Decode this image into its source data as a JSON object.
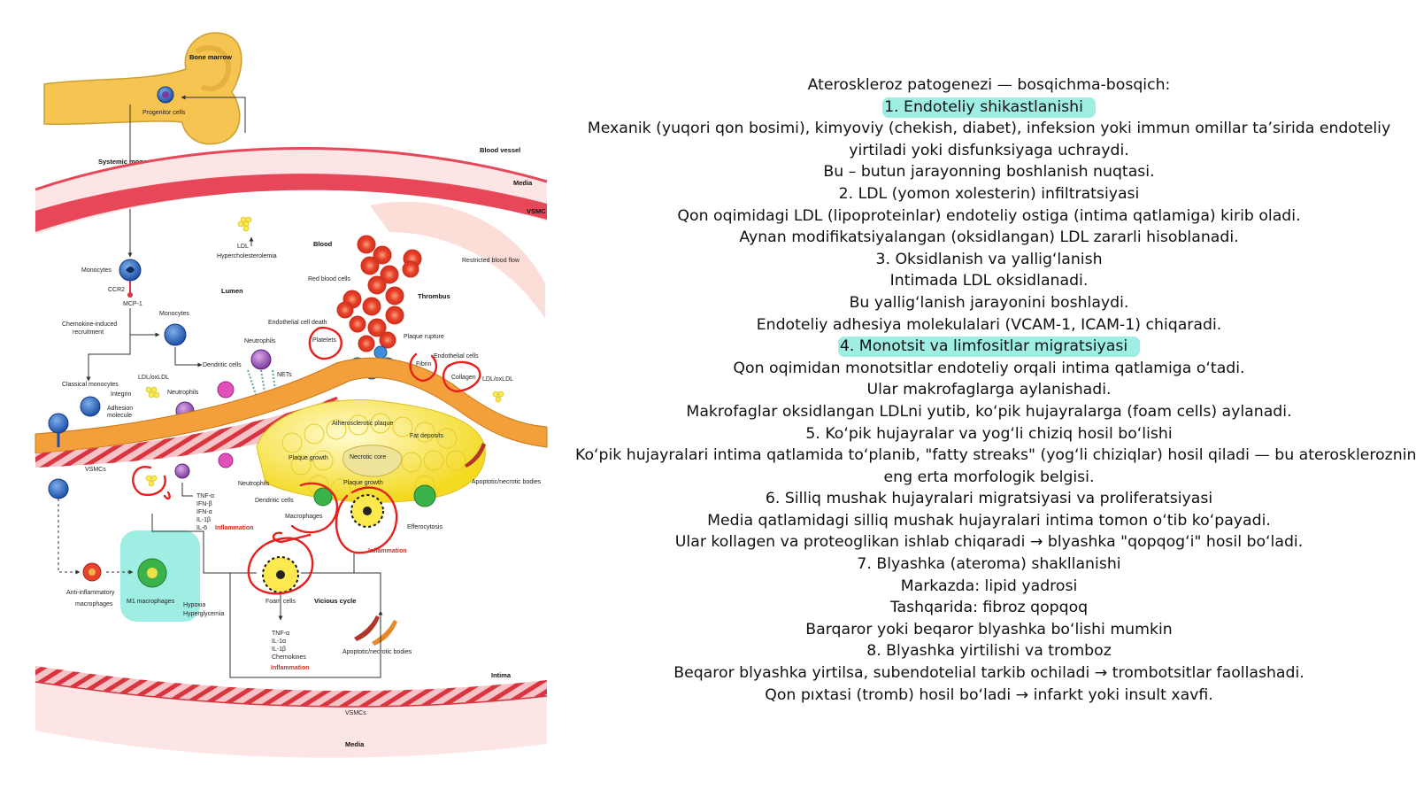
{
  "diagram": {
    "labels": {
      "bone_marrow": "Bone marrow",
      "progenitor_cells": "Progenitor cells",
      "systemic_monocytosis": "Systemic monocytosis",
      "blood_vessel": "Blood vessel",
      "media_top": "Media",
      "vsmc_top": "VSMC",
      "ldl": "LDL",
      "hypercholesterolemia": "Hypercholesterolemia",
      "blood": "Blood",
      "red_blood_cells": "Red blood cells",
      "restricted_blood_flow": "Restricted blood flow",
      "thrombus": "Thrombus",
      "monocytes_1": "Monocytes",
      "ccr2": "CCR2",
      "mcp1": "MCP-1",
      "lumen": "Lumen",
      "chemokine_recruitment_1": "Chemokine-induced",
      "chemokine_recruitment_2": "recruitment",
      "monocytes_2": "Monocytes",
      "endothelial_cell_death": "Endothelial cell death",
      "platelets": "Platelets",
      "plaque_rupture": "Plaque rupture",
      "neutrophils_1": "Neutrophils",
      "fibrin": "Fibrin",
      "endothelial_cells": "Endothelial cells",
      "dendritic_cells_1": "Dendritic cells",
      "nets": "NETs",
      "collagen": "Collagen",
      "oxldl_right": "LDL/oxLDL",
      "classical_monocytes": "Classical monocytes",
      "ldl_oxldl": "LDL/oxLDL",
      "neutrophils_2": "Neutrophils",
      "integrin": "Integrin",
      "adhesion_molecule_1": "Adhesion",
      "adhesion_molecule_2": "molecule",
      "atherosclerotic_plaque": "Atherosclerotic plaque",
      "fat_deposits": "Fat deposits",
      "vsmcs_mid": "VSMCs",
      "plaque_growth_1": "Plaque growth",
      "necrotic_core": "Necrotic core",
      "apoptotic_bodies_1": "Apoptotic/necrotic bodies",
      "neutrophils_3": "Neutrophils",
      "plaque_growth_2": "Plaque growth",
      "dendritic_cells_2": "Dendritic cells",
      "macrophages": "Macrophages",
      "efferocytosis": "Efferocytosis",
      "cytokines_left": [
        "TNF-α",
        "IFN-β",
        "IFN-α",
        "IL-1β",
        "IL-6"
      ],
      "inflammation_1": "Inflammation",
      "inflammation_2": "Inflammation",
      "anti_inflammatory_1": "Anti-inflammatory",
      "anti_inflammatory_2": "macrophages",
      "m1_macrophages": "M1 macrophages",
      "hypoxia": "Hypoxia",
      "hyperglycemia": "Hyperglycemia",
      "foam_cells": "Foam cells",
      "vicious_cycle": "Vicious cycle",
      "cytokines_bottom": [
        "TNF-α",
        "IL-1α",
        "IL-1β",
        "Chemokines"
      ],
      "inflammation_3": "Inflammation",
      "apoptotic_bodies_2": "Apoptotic/necrotic bodies",
      "intima": "Intima",
      "vsmcs_bottom": "VSMCs",
      "media_bottom": "Media"
    }
  },
  "notes": {
    "lines": [
      {
        "text": "Ateroskleroz patogenezi — bosqichma-bosqich:"
      },
      {
        "text": "1. Endoteliy shikastlanishi",
        "highlight": true
      },
      {
        "text": "Mexanik (yuqori qon bosimi), kimyoviy (chekish, diabet), infeksion yoki immun omillar ta’sirida endoteliy"
      },
      {
        "text": "yirtiladi yoki disfunksiyaga uchraydi."
      },
      {
        "text": "Bu – butun jarayonning boshlanish nuqtasi."
      },
      {
        "text": "2. LDL (yomon xolesterin) infiltratsiyasi"
      },
      {
        "text": "Qon oqimidagi LDL (lipoproteinlar) endoteliy ostiga (intima qatlamiga) kirib oladi."
      },
      {
        "text": "Aynan modifikatsiyalangan (oksidlangan) LDL zararli hisoblanadi."
      },
      {
        "text": "3. Oksidlanish va yallig‘lanish"
      },
      {
        "text": "Intimada LDL oksidlanadi."
      },
      {
        "text": "Bu yallig‘lanish jarayonini boshlaydi."
      },
      {
        "text": "Endoteliy adhesiya molekulalari (VCAM-1, ICAM-1) chiqaradi."
      },
      {
        "text": "4. Monotsit va limfositlar migratsiyasi",
        "highlight": true
      },
      {
        "text": "Qon oqimidan monotsitlar endoteliy orqali intima qatlamiga o‘tadi."
      },
      {
        "text": "Ular makrofaglarga aylanishadi."
      },
      {
        "text": "Makrofaglar oksidlangan LDLni yutib, ko‘pik hujayralarga (foam cells) aylanadi."
      },
      {
        "text": "5. Ko‘pik hujayralar va yog‘li chiziq hosil bo‘lishi"
      },
      {
        "text": "Ko‘pik hujayralari intima qatlamida to‘planib, \"fatty streaks\" (yog‘li chiziqlar) hosil qiladi — bu aterosklerozning"
      },
      {
        "text": "eng erta morfologik belgisi."
      },
      {
        "text": "6. Silliq mushak hujayralari migratsiyasi va proliferatsiyasi"
      },
      {
        "text": "Media qatlamidagi silliq mushak hujayralari intima tomon o‘tib ko‘payadi."
      },
      {
        "text": "Ular kollagen va proteoglikan ishlab chiqaradi → blyashka \"qopqog‘i\" hosil bo‘ladi."
      },
      {
        "text": "7. Blyashka (ateroma) shakllanishi"
      },
      {
        "text": "Markazda: lipid yadrosi"
      },
      {
        "text": "Tashqarida: fibroz qopqoq"
      },
      {
        "text": "Barqaror yoki beqaror blyashka bo‘lishi mumkin"
      },
      {
        "text": "8. Blyashka yirtilishi va tromboz"
      },
      {
        "text": "Beqaror blyashka yirtilsa, subendotelial tarkib ochiladi → trombotsitlar faollashadi."
      },
      {
        "text": "Qon pıxtasi (tromb) hosil bo‘ladi → infarkt yoki insult xavfi."
      }
    ]
  },
  "colors": {
    "highlight": "#50e0ce",
    "annotation_ink": "#e8201c",
    "vessel_wall": "#e8475a",
    "plaque_yellow": "#f7e94a",
    "rbc": "#e8432c",
    "bone_marrow": "#f5c451"
  }
}
